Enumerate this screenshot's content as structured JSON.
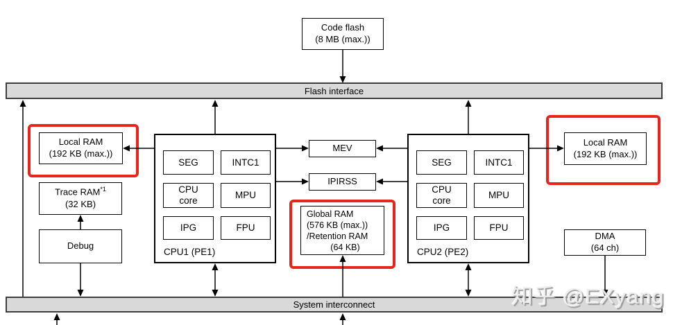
{
  "watermark": "知乎 @EXyang",
  "colors": {
    "highlight": "#e8251c",
    "bar_fill": "#d9d9d9"
  },
  "bars": {
    "flash_interface": "Flash interface",
    "system_interconnect": "System interconnect"
  },
  "boxes": {
    "code_flash": {
      "l1": "Code flash",
      "l2": "(8 MB (max.))"
    },
    "local_ram_left": {
      "l1": "Local RAM",
      "l2": "(192 KB (max.))"
    },
    "local_ram_right": {
      "l1": "Local RAM",
      "l2": "(192 KB (max.))"
    },
    "trace_ram": {
      "name": "Trace RAM",
      "footnote": "*1",
      "l2": "(32 KB)"
    },
    "debug": "Debug",
    "mev": "MEV",
    "ipirss": "IPIRSS",
    "global_ram": {
      "l1": "Global RAM",
      "l2": "(576 KB (max.))",
      "l3": "/Retention RAM",
      "l4": "(64 KB)"
    },
    "dma": {
      "l1": "DMA",
      "l2": "(64 ch)"
    },
    "cpu1": {
      "label": "CPU1 (PE1)",
      "units": [
        "SEG",
        "INTC1",
        "CPU\ncore",
        "MPU",
        "IPG",
        "FPU"
      ]
    },
    "cpu2": {
      "label": "CPU2 (PE2)",
      "units": [
        "SEG",
        "INTC1",
        "CPU\ncore",
        "MPU",
        "IPG",
        "FPU"
      ]
    }
  }
}
